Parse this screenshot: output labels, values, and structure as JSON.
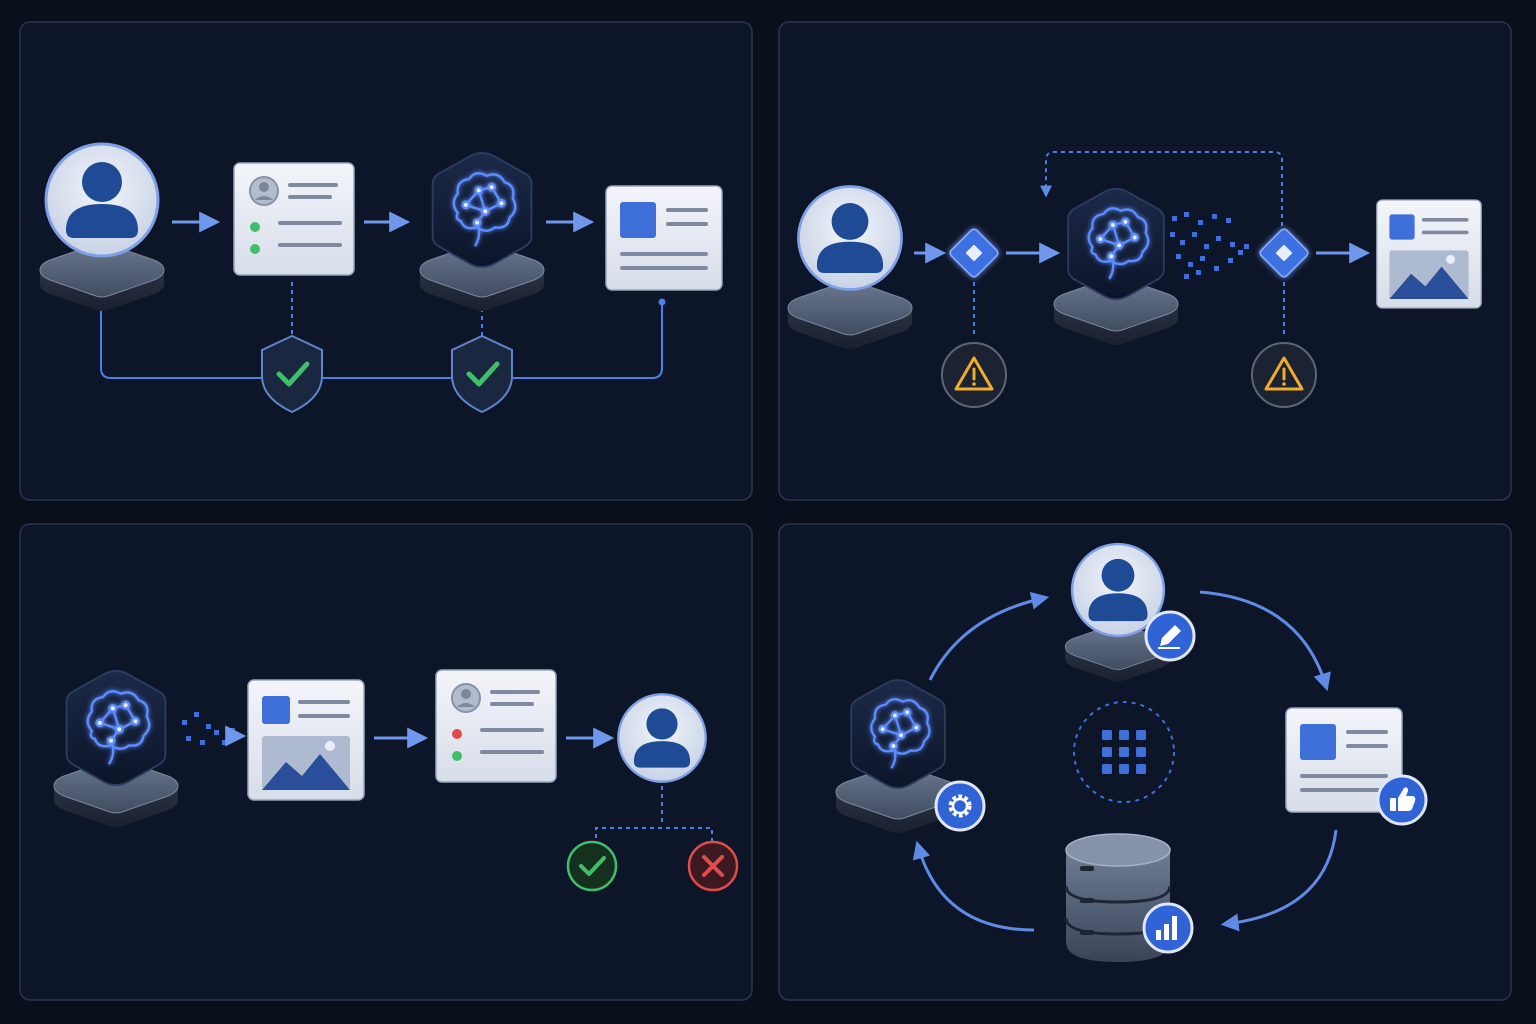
{
  "colors": {
    "page_background": "#0a0f1c",
    "panel_fill": "#0d1528",
    "panel_border": "#2a3650",
    "accent_blue": "#4d7fe6",
    "ai_glow": "#5b8cff",
    "success_green": "#3fbf6a",
    "warning_amber": "#f0ac2a",
    "error_red": "#e04b4b",
    "card_fill": "#e8ecf4"
  },
  "panels": [
    {
      "id": "guarded-pipeline",
      "flow": [
        "user-avatar-icon",
        "profile-card-icon",
        "ai-brain-icon",
        "output-document-icon"
      ],
      "checks": [
        "shield-check-icon",
        "shield-check-icon"
      ]
    },
    {
      "id": "gated-pipeline-with-feedback",
      "flow": [
        "user-avatar-icon",
        "decision-diamond-icon",
        "ai-brain-icon",
        "decision-diamond-icon",
        "image-document-icon"
      ],
      "alerts": [
        "warning-icon",
        "warning-icon"
      ]
    },
    {
      "id": "human-review-pipeline",
      "flow": [
        "ai-brain-icon",
        "image-document-icon",
        "profile-card-icon",
        "user-avatar-icon"
      ],
      "outcomes": [
        "approve-check-icon",
        "reject-x-icon"
      ]
    },
    {
      "id": "feedback-cycle",
      "cycle": [
        "user-edit-icon",
        "feedback-document-icon",
        "database-analytics-icon",
        "ai-settings-icon"
      ],
      "center": "grid-hub-icon"
    }
  ]
}
